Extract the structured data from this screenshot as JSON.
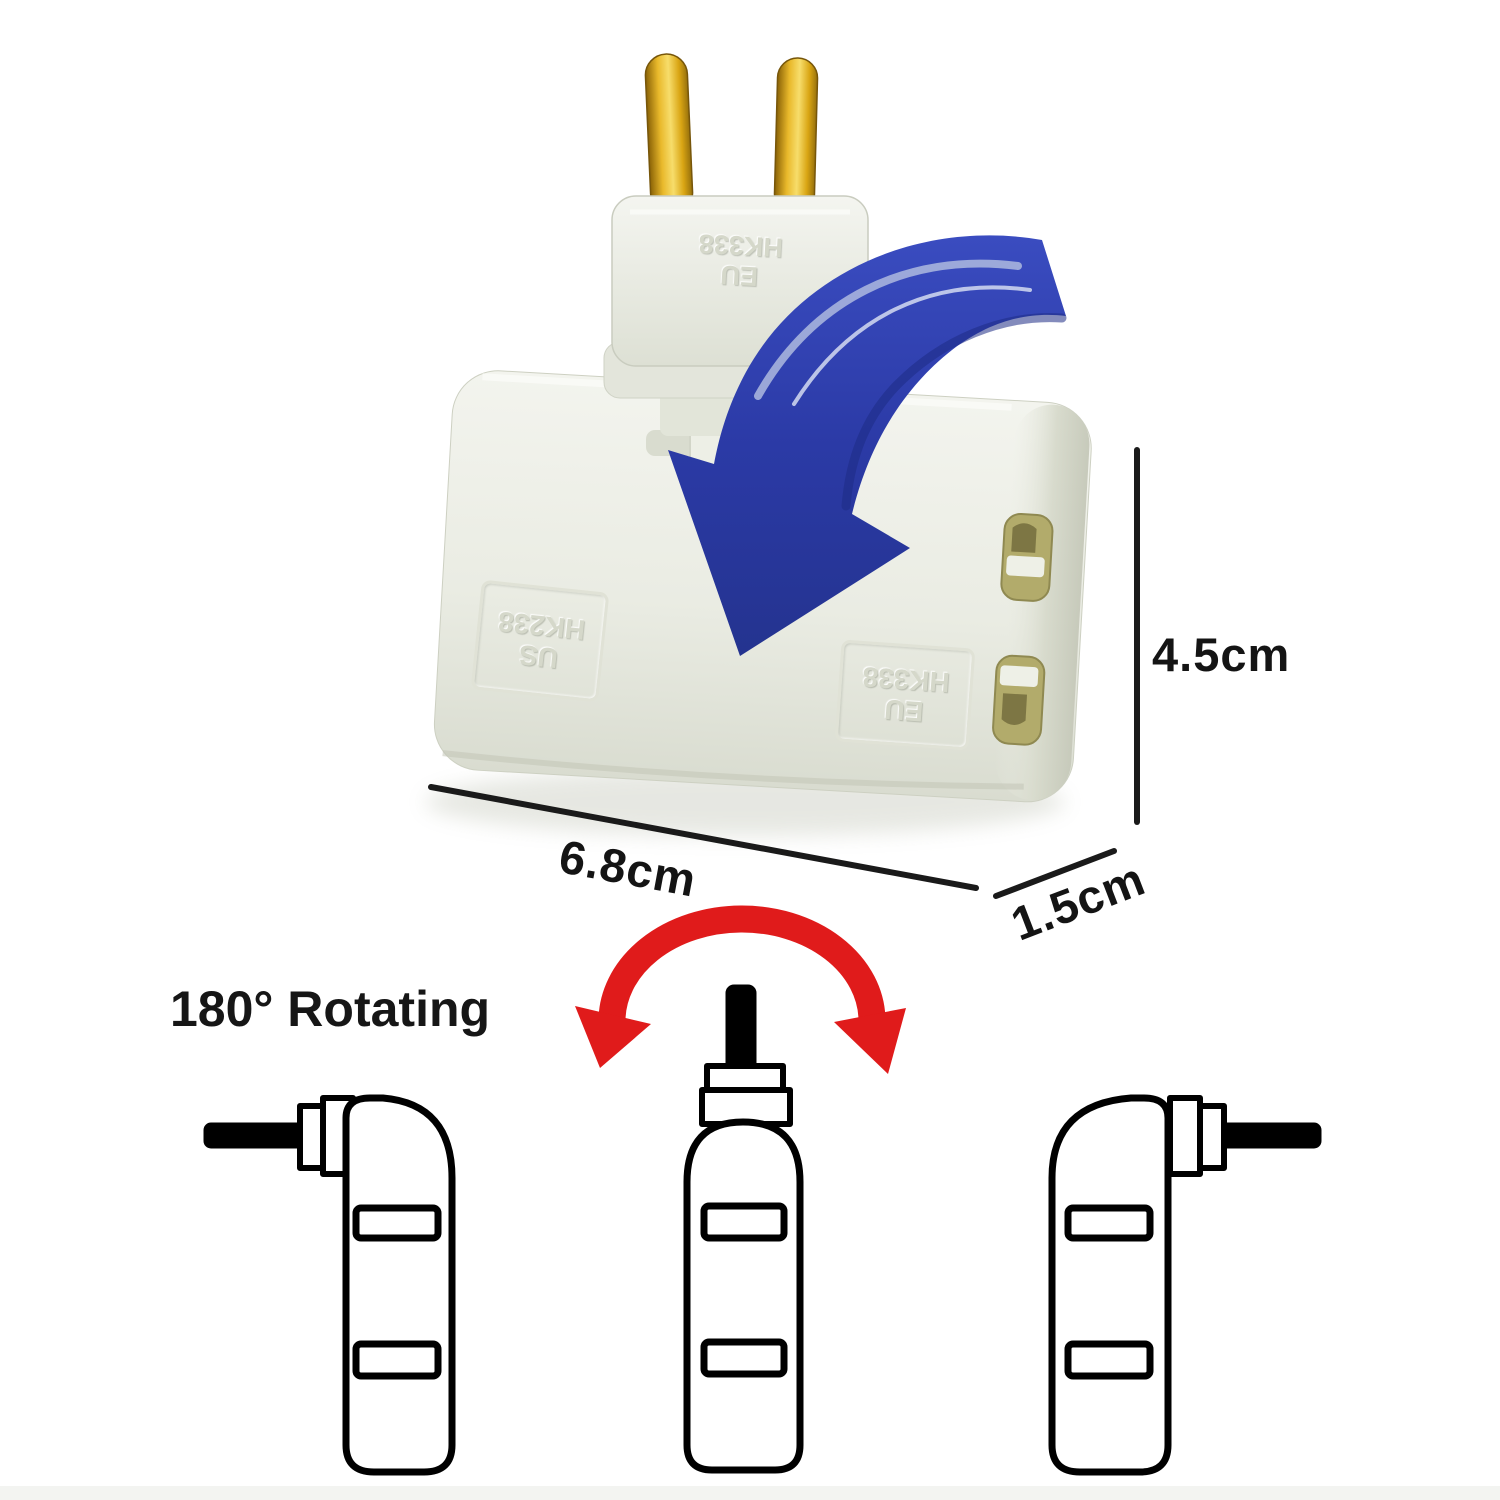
{
  "dimensions": {
    "height": "4.5cm",
    "width": "6.8cm",
    "depth": "1.5cm"
  },
  "rotation_section": {
    "title": "180° Rotating"
  },
  "markings": {
    "plug": {
      "region": "EU",
      "model": "HK338"
    },
    "body_left": {
      "region": "US",
      "model": "HK238"
    },
    "body_right": {
      "region": "EU",
      "model": "HK338"
    }
  },
  "colors": {
    "rotation_arrow_blue": "#2e3fa6",
    "rotation_arrow_red": "#e01b1b",
    "pin_gold": "#d9a513",
    "body_white": "#ebede4",
    "socket_brass": "#b2ab6b",
    "annotation_black": "#1a1a1a",
    "diagram_outline": "#000000"
  }
}
